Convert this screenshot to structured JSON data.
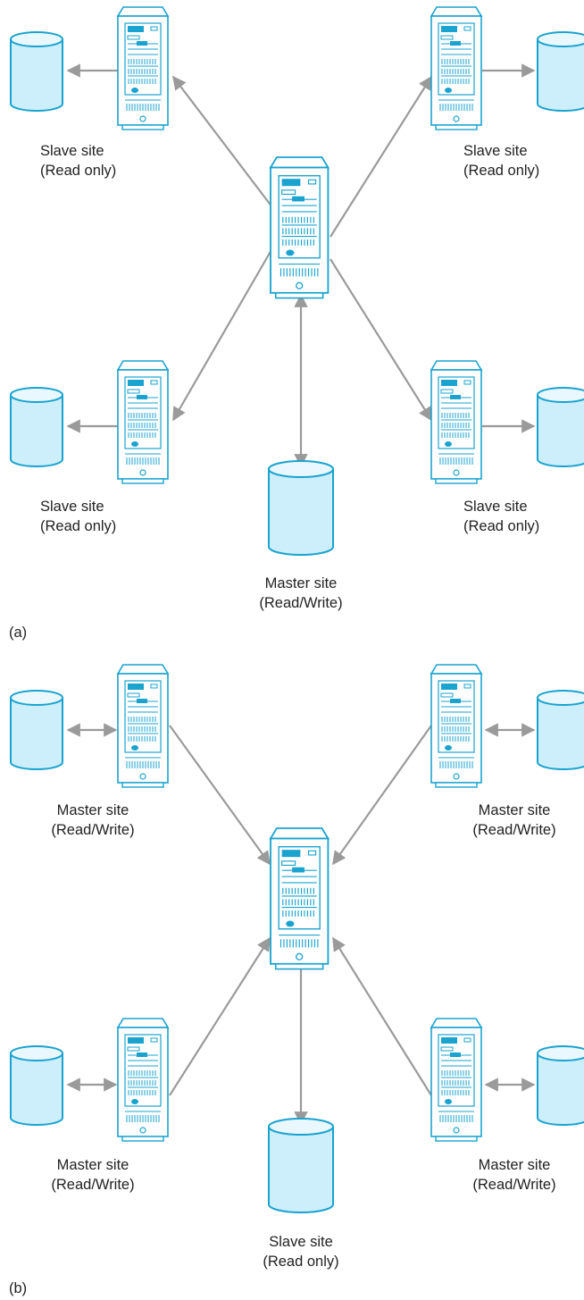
{
  "colors": {
    "outline": "#1aa3cf",
    "cylinder_fill": "#cdeefb",
    "cylinder_top": "#e9f8fe",
    "server_fill": "#ffffff",
    "server_dark": "#1aa3cf",
    "arrow": "#9a9a9a",
    "text": "#222222"
  },
  "panel_a": {
    "tag": "(a)",
    "center_db": {
      "line1": "Master site",
      "line2": "(Read/Write)"
    },
    "sites": [
      {
        "line1": "Slave site",
        "line2": "(Read only)"
      },
      {
        "line1": "Slave site",
        "line2": "(Read only)"
      },
      {
        "line1": "Slave site",
        "line2": "(Read only)"
      },
      {
        "line1": "Slave site",
        "line2": "(Read only)"
      }
    ]
  },
  "panel_b": {
    "tag": "(b)",
    "center_db": {
      "line1": "Slave site",
      "line2": "(Read only)"
    },
    "sites": [
      {
        "line1": "Master site",
        "line2": "(Read/Write)"
      },
      {
        "line1": "Master site",
        "line2": "(Read/Write)"
      },
      {
        "line1": "Master site",
        "line2": "(Read/Write)"
      },
      {
        "line1": "Master site",
        "line2": "(Read/Write)"
      }
    ]
  }
}
